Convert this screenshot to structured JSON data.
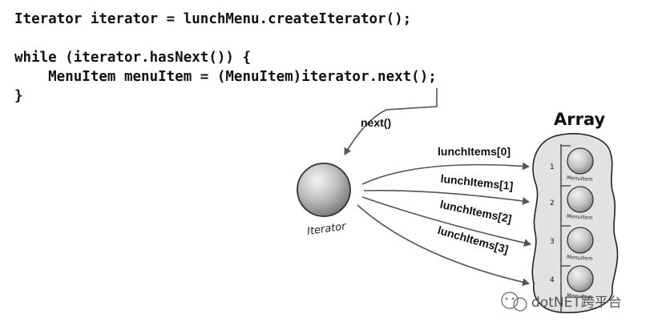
{
  "code": {
    "line1": "Iterator iterator = lunchMenu.createIterator();",
    "line2": "",
    "line3": "while (iterator.hasNext()) {",
    "line4": "    MenuItem menuItem = (MenuItem)iterator.next();",
    "line5": "}"
  },
  "diagram": {
    "next_label": "next()",
    "iterator_label": "Iterator",
    "array_title": "Array",
    "arrows": [
      {
        "label": "lunchItems[0]"
      },
      {
        "label": "lunchItems[1]"
      },
      {
        "label": "lunchItems[2]"
      },
      {
        "label": "lunchItems[3]"
      }
    ],
    "slots": [
      {
        "index": "1",
        "item": "MenuItem"
      },
      {
        "index": "2",
        "item": "MenuItem"
      },
      {
        "index": "3",
        "item": "MenuItem"
      },
      {
        "index": "4",
        "item": "MenuItem"
      }
    ]
  },
  "watermark": {
    "text": "dotNET跨平台"
  },
  "colors": {
    "array_fill": "#e2e2e2",
    "arrow": "#555555",
    "text": "#111111"
  }
}
